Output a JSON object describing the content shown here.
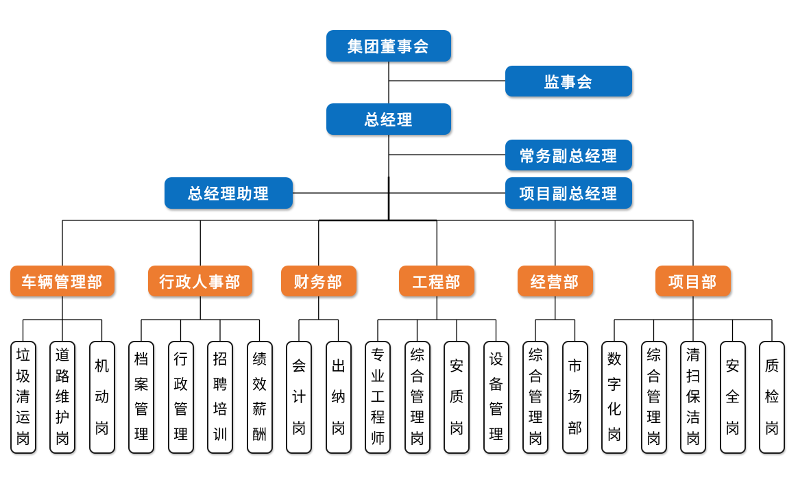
{
  "colors": {
    "executive_box": "#0B70C1",
    "department_box": "#ED7C30",
    "leaf_border": "#1A1A1A",
    "connector": "#000000",
    "box_text": "#FFFFFF",
    "leaf_text": "#000000",
    "background": "#FFFFFF"
  },
  "executives": {
    "board": {
      "label": "集团董事会"
    },
    "supervisory": {
      "label": "监事会"
    },
    "gm": {
      "label": "总经理"
    },
    "exec_deputy_gm": {
      "label": "常务副总经理"
    },
    "gm_assistant": {
      "label": "总经理助理"
    },
    "project_deputy_gm": {
      "label": "项目副总经理"
    }
  },
  "departments": [
    {
      "label": "车辆管理部",
      "positions": [
        "垃圾清运岗",
        "道路维护岗",
        "机动岗"
      ]
    },
    {
      "label": "行政人事部",
      "positions": [
        "档案管理",
        "行政管理",
        "招聘培训",
        "绩效薪酬"
      ]
    },
    {
      "label": "财务部",
      "positions": [
        "会计岗",
        "出纳岗"
      ]
    },
    {
      "label": "工程部",
      "positions": [
        "专业工程师",
        "综合管理岗",
        "安质岗",
        "设备管理"
      ]
    },
    {
      "label": "经营部",
      "positions": [
        "综合管理岗",
        "市场部"
      ]
    },
    {
      "label": "项目部",
      "positions": [
        "数字化岗",
        "综合管理岗",
        "清扫保洁岗",
        "安全岗",
        "质检岗"
      ]
    }
  ]
}
